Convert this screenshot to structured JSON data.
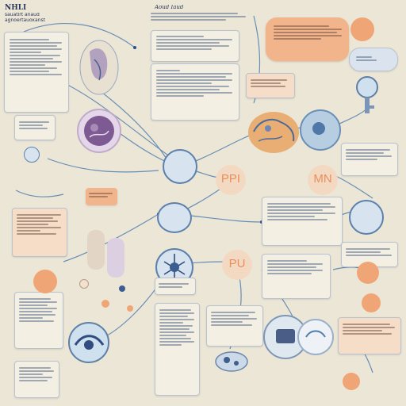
{
  "header": {
    "title": "NHLI",
    "subtitle": "Aoud Iaud",
    "line1": "sauatlrt anaud",
    "line2": "agnoertauoxanst"
  },
  "labels": {
    "ppi": "PPI",
    "mn": "MN",
    "pu": "PU"
  },
  "colors": {
    "background": "#ece6d6",
    "accent_orange": "#f0a576",
    "accent_blue": "#4f7fb0",
    "ink": "#2e3e5c"
  },
  "icons": {
    "cells": "microscope-cell-icon",
    "brain": "brain-icon",
    "key": "key-icon"
  }
}
